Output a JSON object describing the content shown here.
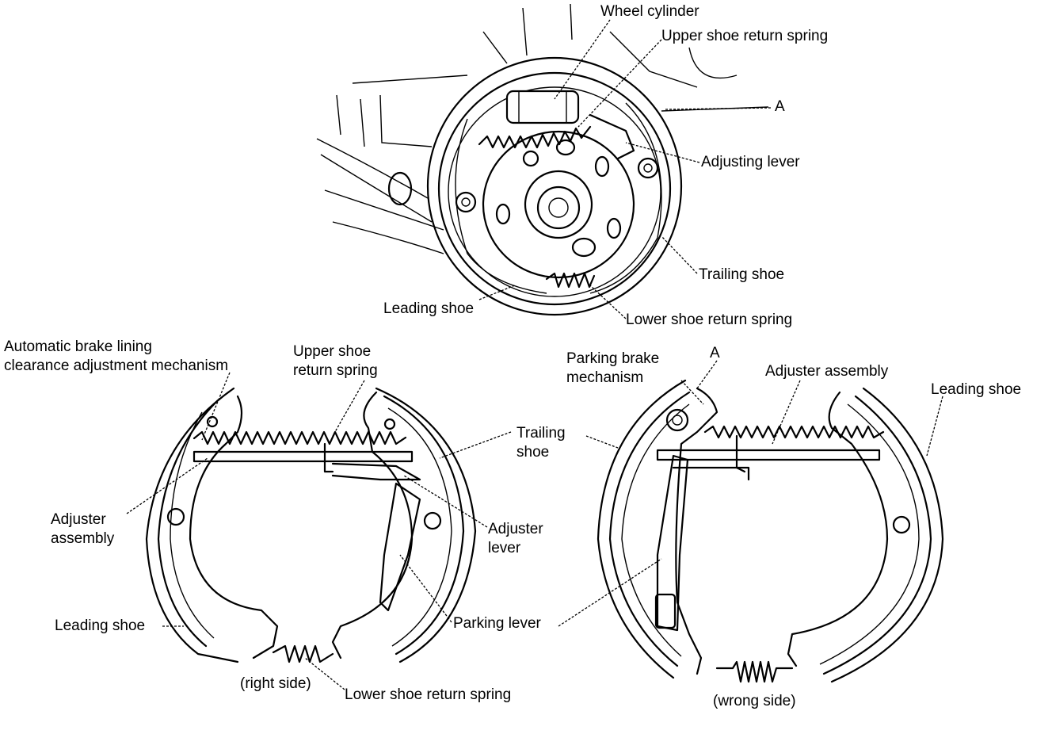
{
  "top": {
    "wheel_cylinder": "Wheel cylinder",
    "upper_spring": "Upper shoe return spring",
    "a_marker": "A",
    "adjusting_lever": "Adjusting lever",
    "trailing_shoe": "Trailing shoe",
    "leading_shoe": "Leading shoe",
    "lower_spring": "Lower shoe return spring"
  },
  "left": {
    "auto_mechanism": "Automatic brake lining\nclearance adjustment mechanism",
    "upper_spring": "Upper shoe\nreturn spring",
    "trailing_shoe": "Trailing\nshoe",
    "adjuster_assembly": "Adjuster\nassembly",
    "adjuster_lever": "Adjuster\nlever",
    "parking_lever": "Parking lever",
    "leading_shoe": "Leading shoe",
    "caption": "(right side)",
    "lower_spring": "Lower shoe return spring"
  },
  "right": {
    "parking_mechanism": "Parking brake\nmechanism",
    "a_marker": "A",
    "adjuster_assembly": "Adjuster assembly",
    "leading_shoe": "Leading shoe",
    "caption": "(wrong side)"
  },
  "colors": {
    "ink": "#000000",
    "paper": "#ffffff"
  }
}
